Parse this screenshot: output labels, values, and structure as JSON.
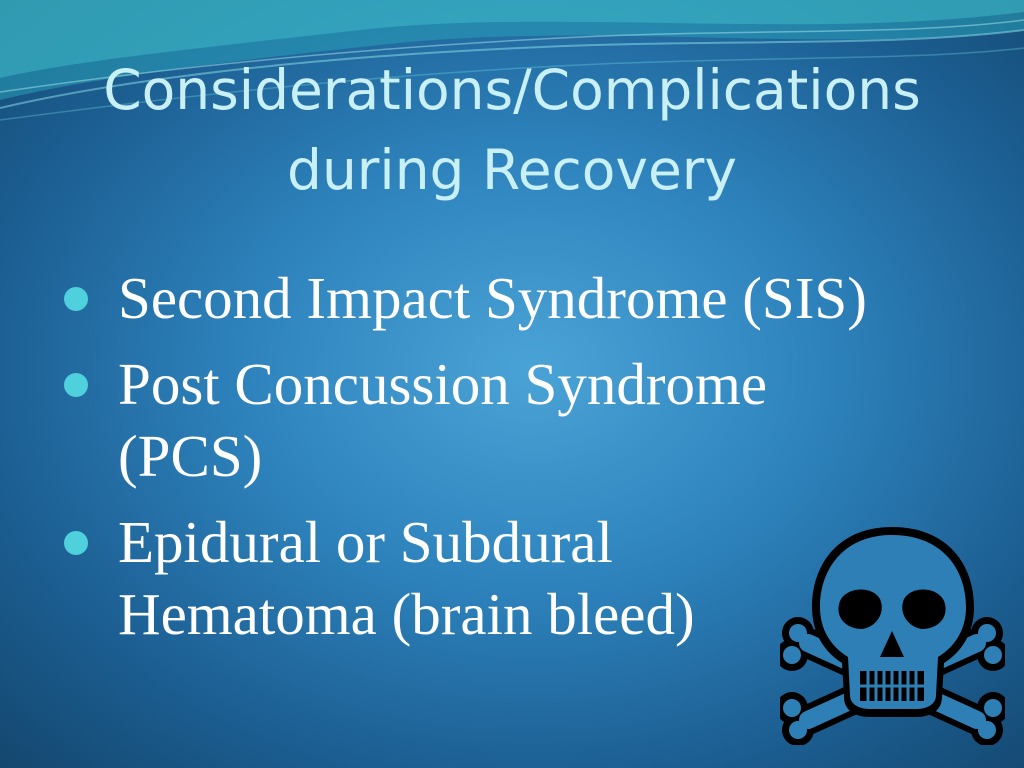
{
  "slide": {
    "title_line1": "Considerations/Complications",
    "title_line2": "during Recovery",
    "bullets": [
      {
        "text": "Second Impact Syndrome (SIS)"
      },
      {
        "text": "Post Concussion Syndrome\n(PCS)"
      },
      {
        "text": "Epidural or Subdural\nHematoma (brain bleed)"
      }
    ],
    "image": "skull-and-crossbones-icon"
  },
  "colors": {
    "background": "#2e83bd",
    "title": "#c9f0f4",
    "bullet_text": "#ffffff",
    "bullet_dot": "#4fd0dd",
    "wave": "#3fb8c6"
  }
}
